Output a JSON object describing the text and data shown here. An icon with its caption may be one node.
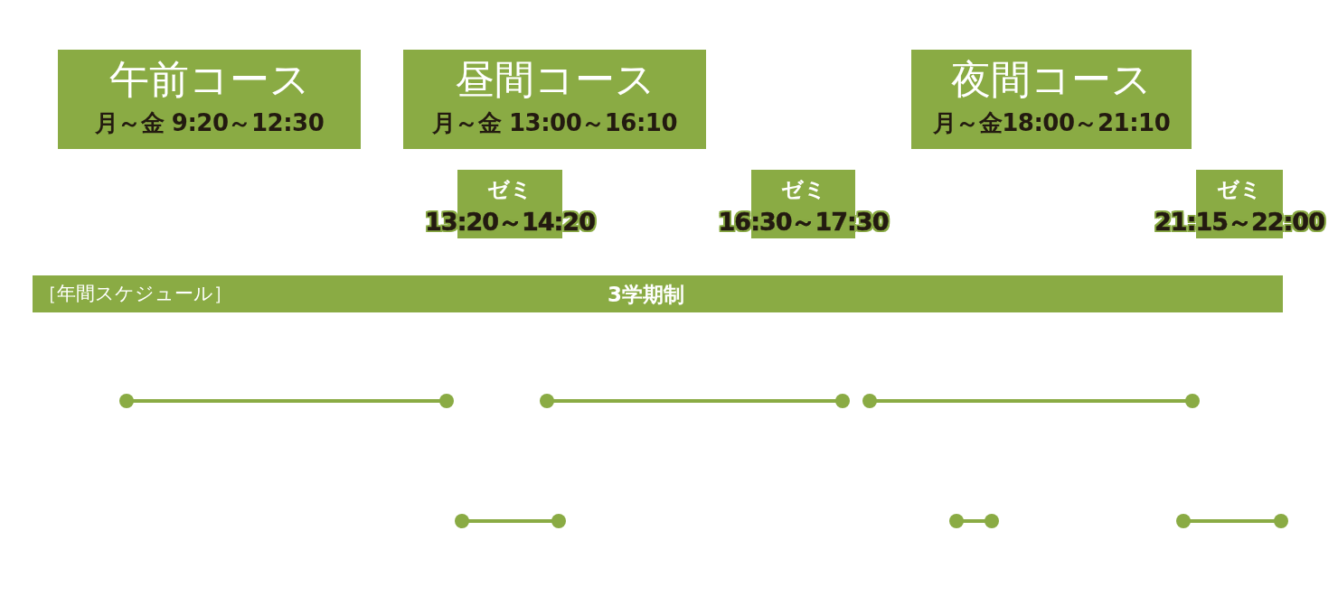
{
  "diagram": {
    "nodes": [
      {
        "text": [
          "午前コース",
          "月～金 9:20～12:30"
        ]
      },
      {
        "text": [
          "昼間コース",
          "月～金 13:00～16:10"
        ]
      },
      {
        "text": [
          "夜間コース",
          "月～金18:00～21:10"
        ]
      },
      {
        "text": [
          "ゼミ",
          "13:20～14:20"
        ]
      },
      {
        "text": [
          "ゼミ",
          "16:30～17:30"
        ]
      },
      {
        "text": [
          "ゼミ",
          "21:15～22:00"
        ]
      },
      {
        "text": [
          "［年間スケジュール］",
          "3学期制"
        ]
      }
    ],
    "edges": []
  }
}
